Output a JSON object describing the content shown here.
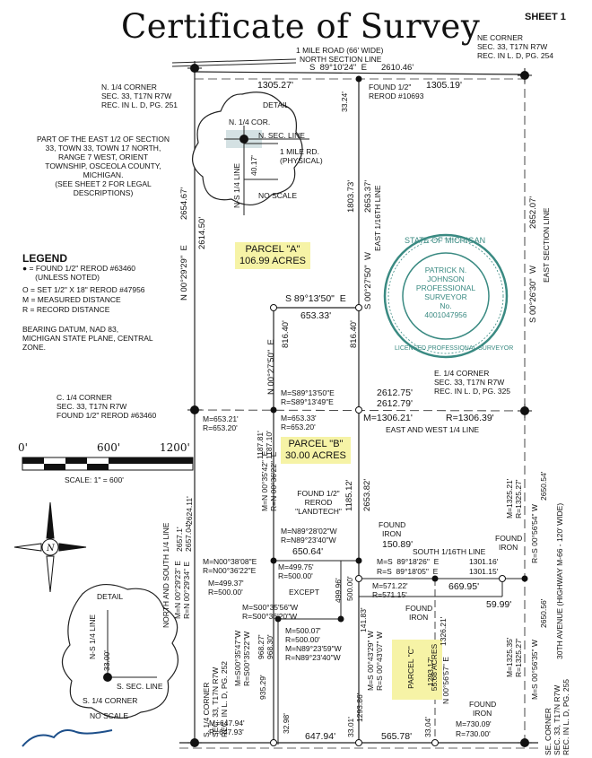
{
  "title": "Certificate of Survey",
  "sheet": "SHEET 1",
  "road": {
    "name": "1 MILE ROAD (66' WIDE)",
    "line": "NORTH SECTION LINE",
    "bearing": "S  89°10'24\"  E",
    "dist": "2610.46'"
  },
  "ne_corner": [
    "NE CORNER",
    "SEC. 33, T17N R7W",
    "REC. IN L. D, PG. 254"
  ],
  "n_quarter": [
    "N. 1/4 CORNER",
    "SEC. 33, T17N R7W",
    "REC. IN L. D, PG. 251"
  ],
  "found_top": [
    "FOUND 1/2\"",
    "REROD #10693"
  ],
  "top_dists": {
    "left": "1305.27'",
    "right": "1305.19'",
    "short": "33.24'"
  },
  "description": [
    "PART OF THE EAST 1/2 OF SECTION",
    "33, TOWN 33, TOWN 17 NORTH,",
    "RANGE 7 WEST, ORIENT",
    "TOWNSHIP, OSCEOLA COUNTY,",
    "MICHIGAN.",
    "(SEE SHEET 2 FOR LEGAL",
    "DESCRIPTIONS)"
  ],
  "detail_top": {
    "label": "DETAIL",
    "cor": "N. 1/4 COR.",
    "sec_line": "N. SEC. LINE",
    "road": [
      "1 MILE RD.",
      "(PHYSICAL)"
    ],
    "dist": "40.17'",
    "ns_line": "N-S 1/4 LINE",
    "scale": "NO SCALE"
  },
  "legend": {
    "title": "LEGEND",
    "items": [
      "● = FOUND 1/2\" REROD #63460",
      "      (UNLESS NOTED)",
      "O = SET 1/2\" X 18\" REROD #47956",
      "M = MEASURED DISTANCE",
      "R = RECORD DISTANCE"
    ],
    "datum": [
      "BEARING DATUM, NAD 83,",
      "MICHIGAN STATE PLANE, CENTRAL",
      "ZONE."
    ]
  },
  "parcel_a": [
    "PARCEL \"A\"",
    "106.99 ACRES"
  ],
  "parcel_b": [
    "PARCEL \"B\"",
    "30.00 ACRES"
  ],
  "parcel_c": [
    "PARCEL \"C\"",
    "55.68 ACRES"
  ],
  "seal": {
    "ring": "STATE OF MICHIGAN",
    "ring_bottom": "LICENSED PROFESSIONAL SURVEYOR",
    "name": [
      "PATRICK N.",
      "JOHNSON",
      "PROFESSIONAL",
      "SURVEYOR",
      "No.",
      "4001047956"
    ]
  },
  "lines": {
    "west_bearing": "N 00°29'29\"  E",
    "west_d1": "2654.67'",
    "west_d2": "2614.50'",
    "mid_bearing": "S 00°27'50\"  W",
    "mid_d1": "2653.37'",
    "mid_d2": "1803.73'",
    "east16": "EAST 1/16TH LINE",
    "east_bearing": "S 00°26'30\"  W",
    "east_dist": "2652.07'",
    "east_sec": "EAST SECTION LINE",
    "b_top_bearing": "S 89°13'50\"  E",
    "b_top_dist": "653.33'",
    "b_west_bearing": "N 00°27'50\"  E",
    "b_west_dist": "816.40'",
    "b_east_dist": "816.40'",
    "b_m": "M=S89°13'50\"E",
    "b_r": "R=S89°13'49\"E",
    "b_m2": "M=653.33'",
    "b_r2": "R=653.20'"
  },
  "e_quarter": [
    "E. 1/4 CORNER",
    "SEC. 33, T17N R7W",
    "REC. IN L. D, PG. 325"
  ],
  "c_quarter": [
    "C. 1/4 CORNER",
    "SEC. 33, T17N R7W",
    "FOUND 1/2\" REROD #63460"
  ],
  "ew_line": {
    "d1": "2612.75'",
    "d2": "2612.79'",
    "m": "M=1306.21'",
    "r": "R=1306.39'",
    "label": "EAST AND WEST 1/4 LINE",
    "m_left": "M=653.21'",
    "r_left": "R=653.20'"
  },
  "scale": {
    "t0": "0'",
    "t1": "600'",
    "t2": "1200'",
    "label": "SCALE: 1\" = 600'"
  },
  "lower": {
    "d_1187a": "1187.81'",
    "d_1187b": "1187.10'",
    "b_line_m": "M=N 00°35'42\"  E",
    "b_line_r": "R=N 00°36'22\"  E",
    "landtech": [
      "FOUND 1/2\"",
      "REROD",
      "\"LANDTECH\""
    ],
    "m1": "M=N89°28'02\"W",
    "r1": "R=N89°23'40\"W",
    "d650": "650.64'",
    "d1185": "1185.12'",
    "d2653": "2653.82'",
    "found_iron1": [
      "FOUND",
      "IRON"
    ],
    "d150": "150.89'",
    "s16": "SOUTH 1/16TH LINE",
    "s16_m": "M=S  89°18'26\"  E",
    "s16_r": "R=S  89°18'05\"  E",
    "s16_d1": "1301.16'",
    "s16_d2": "1301.15'",
    "found_iron2": [
      "FOUND",
      "IRON"
    ],
    "n00_m": "M=N00°38'08\"E",
    "n00_r": "R=N00°36'22\"E",
    "m499": "M=499.37'",
    "r500": "R=500.00'",
    "m499b": "M=499.75'",
    "r500b": "R=500.00'",
    "except": "EXCEPT",
    "d500": "500.00'",
    "d499": "499.96'",
    "m571": "M=571.22'",
    "r571": "R=571.15'",
    "d669": "669.95'",
    "d59": "59.99'",
    "s00_m": "M=S00°35'56\"W",
    "s00_r": "R=S00°36'20\"W",
    "m500": "M=500.07'",
    "r500c": "R=500.00'",
    "n89_m": "M=N89°23'59\"W",
    "n89_r": "R=N89°23'40\"W",
    "d141": "141.83'",
    "s00b_m": "M=S 00°43'29\" W",
    "s00b_r": "R=S 00°43'07\" W",
    "d1326": "1326.21'",
    "d1293": "1293.17'",
    "n00c": "N 00°56'57\" E",
    "d1293b": "1293.86'",
    "found_iron3": [
      "FOUND",
      "IRON"
    ],
    "found_iron4": [
      "FOUND",
      "IRON"
    ],
    "m1325": "M=1325.21'",
    "r1325": "R=1325.27'",
    "s00d": "R=S 00°56'54\" W",
    "d2650": "2650.54'",
    "road30": "30TH AVENUE (HIGHWAY M-66 - 120' WIDE)",
    "m1325b": "M=1325.35'",
    "r1325b": "R=1325.27'",
    "s00e": "M=S 00°56'35\" W",
    "d2650b": "2650.56'",
    "m730": "M=730.09'",
    "r730": "R=730.00'",
    "d565": "565.78'",
    "d647": "647.94'",
    "d33a": "33.01'",
    "d33b": "33.04'",
    "d32": "32.98'",
    "d935": "935.29'",
    "d968a": "968.27'",
    "d968b": "968.30'",
    "s00f_m": "M=S00°35'47\"W",
    "s00f_r": "R=S00°35'22\"W",
    "m647": "M=647.94'",
    "r647": "R=647.93'",
    "nsq": "NORTH AND SOUTH 1/4 LINE",
    "nsq_m": "M=N 00°29'23\" E",
    "nsq_r": "R=N 00°29'34\" E",
    "d2657a": "2657.1'",
    "d2657b": "2657.04'",
    "d2624": "2624.11'"
  },
  "s_quarter": [
    "S. 1/4 CORNER",
    "SEC. 33, T17N R7W",
    "REC. IN L. D, PG. 252"
  ],
  "se_corner": [
    "SE. CORNER",
    "SEC. 33, T17N R7W",
    "REC. IN L. D, PG. 255"
  ],
  "detail_bottom": {
    "label": "DETAIL",
    "ns": "N-S 1/4 LINE",
    "dist": "33.00'",
    "sec": "S. SEC. LINE",
    "cor": "S. 1/4 CORNER",
    "scale": "NO SCALE"
  }
}
